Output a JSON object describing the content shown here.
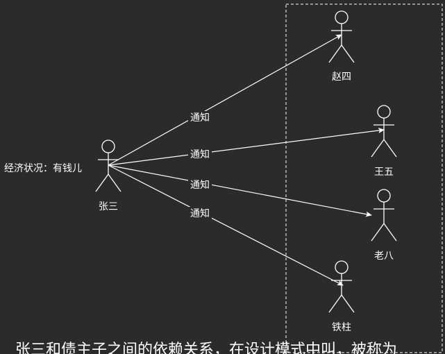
{
  "colors": {
    "background": "#2b2b2b",
    "stroke": "#ffffff",
    "text": "#ffffff"
  },
  "source": {
    "name": "张三",
    "attribute": "经济状况：有钱儿"
  },
  "targets": [
    {
      "name": "赵四"
    },
    {
      "name": "王五"
    },
    {
      "name": "老八"
    },
    {
      "name": "铁柱"
    }
  ],
  "edges": [
    {
      "from": "张三",
      "to": "赵四",
      "label": "通知"
    },
    {
      "from": "张三",
      "to": "王五",
      "label": "通知"
    },
    {
      "from": "张三",
      "to": "老八",
      "label": "通知"
    },
    {
      "from": "张三",
      "to": "铁柱",
      "label": "通知"
    }
  ],
  "caption": "张三和债主子之间的依赖关系，在设计模式中叫，被称为"
}
